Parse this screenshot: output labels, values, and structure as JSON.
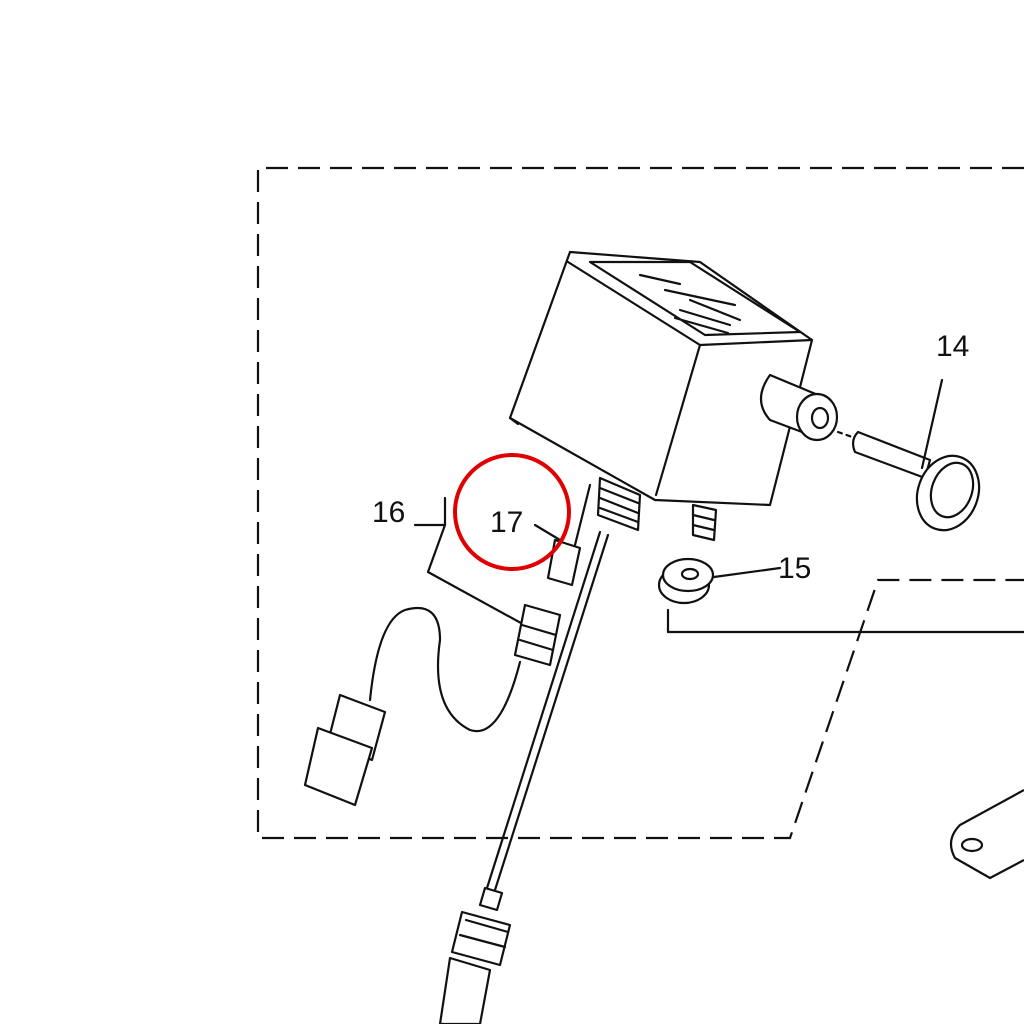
{
  "diagram": {
    "callouts": [
      {
        "id": "14"
      },
      {
        "id": "15"
      },
      {
        "id": "16"
      },
      {
        "id": "17"
      }
    ],
    "highlight_color": "#e00000"
  }
}
